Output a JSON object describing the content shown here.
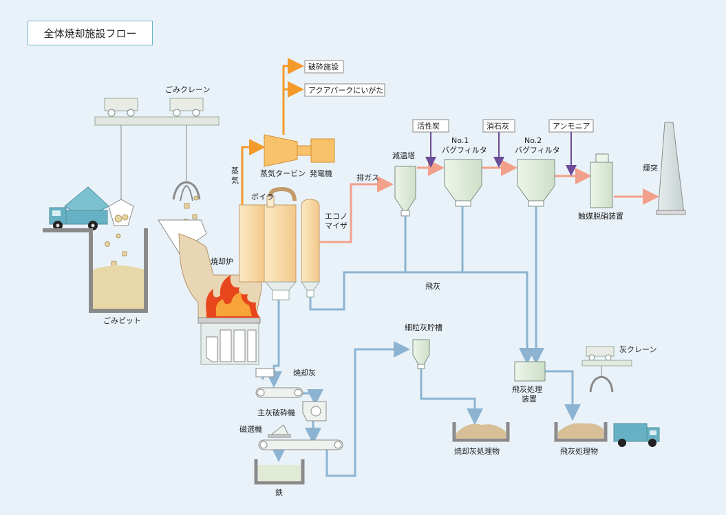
{
  "title": "全体焼却施設フロー",
  "labels": {
    "garbage_crane": "ごみクレーン",
    "garbage_pit": "ごみピット",
    "incinerator": "焼却炉",
    "boiler": "ボイラ",
    "steam": "蒸気",
    "steam_turbine": "蒸気タービン",
    "generator": "発電機",
    "crushing_facility": "破砕施設",
    "aqua_park": "アクアパークにいがた",
    "economizer": "エコノマイザ",
    "exhaust_gas": "排ガス",
    "cooling_tower": "減温塔",
    "activated_carbon": "活性炭",
    "bag_filter_1_no": "No.1",
    "bag_filter_1": "バグフィルタ",
    "slaked_lime": "消石灰",
    "bag_filter_2_no": "No.2",
    "bag_filter_2": "バグフィルタ",
    "ammonia": "アンモニア",
    "catalytic_denitration": "触媒脱硝装置",
    "chimney": "煙突",
    "fly_ash": "飛灰",
    "fine_ash_tank": "細粒灰貯槽",
    "incineration_ash": "焼却灰",
    "main_ash_crusher": "主灰破砕機",
    "magnetic_separator": "磁選機",
    "iron": "鉄",
    "incineration_ash_product": "焼却灰処理物",
    "fly_ash_treatment": "飛灰処理",
    "fly_ash_treatment_2": "装置",
    "ash_crane": "灰クレーン",
    "fly_ash_product": "飛灰処理物"
  },
  "colors": {
    "background": "#e9f2f8",
    "steam_line": "#f39a2b",
    "gas_line": "#f2a08a",
    "ash_line": "#8cb4d2",
    "chemical_line": "#6c4c98",
    "equipment_fill": "#f4e3c4",
    "equipment_stroke": "#c39b6a",
    "truck": "#67b1c4",
    "flame": "#e8461c"
  },
  "icons": {
    "truck": "dump-truck-icon",
    "flame": "flame-icon",
    "grab": "crane-grab-icon"
  }
}
